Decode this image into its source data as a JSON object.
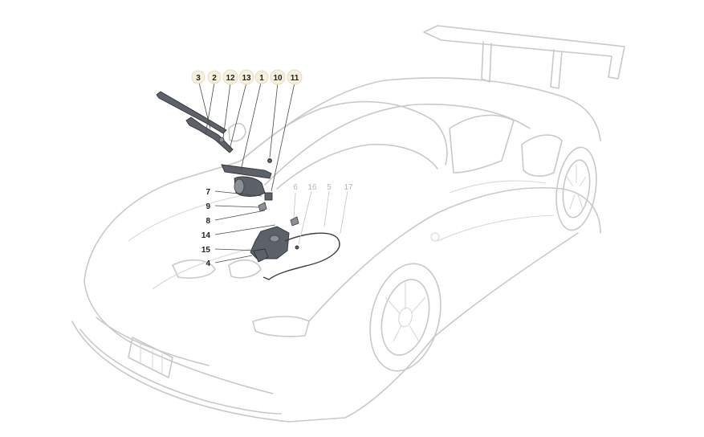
{
  "diagram": {
    "callouts_top": [
      {
        "id": "c3",
        "label": "3"
      },
      {
        "id": "c2",
        "label": "2"
      },
      {
        "id": "c12",
        "label": "12"
      },
      {
        "id": "c13",
        "label": "13"
      },
      {
        "id": "c1",
        "label": "1"
      },
      {
        "id": "c10",
        "label": "10"
      },
      {
        "id": "c11",
        "label": "11"
      }
    ],
    "callouts_side": [
      {
        "id": "c7",
        "label": "7"
      },
      {
        "id": "c9",
        "label": "9"
      },
      {
        "id": "c8",
        "label": "8"
      },
      {
        "id": "c14",
        "label": "14"
      },
      {
        "id": "c15",
        "label": "15"
      },
      {
        "id": "c4",
        "label": "4"
      }
    ],
    "callouts_faint": [
      {
        "id": "c6",
        "label": "6"
      },
      {
        "id": "c16",
        "label": "16"
      },
      {
        "id": "c5",
        "label": "5"
      },
      {
        "id": "c17",
        "label": "17"
      }
    ]
  }
}
